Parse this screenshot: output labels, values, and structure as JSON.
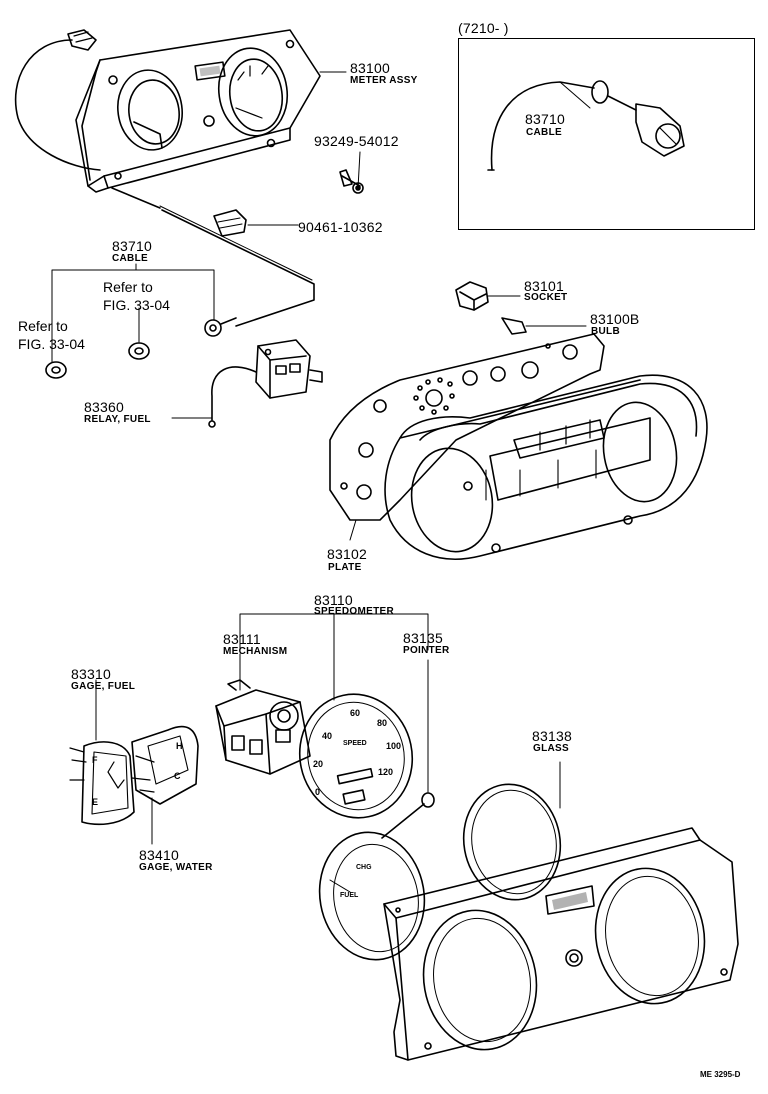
{
  "parts": {
    "meter_assy": {
      "number": "83100",
      "name": "METER ASSY"
    },
    "screw": {
      "number": "93249-54012"
    },
    "clip": {
      "number": "90461-10362"
    },
    "cable_main": {
      "number": "83710",
      "name": "CABLE"
    },
    "refer_a": {
      "line1": "Refer to",
      "line2": "FIG. 33-04"
    },
    "refer_b": {
      "line1": "Refer to",
      "line2": "FIG. 33-04"
    },
    "relay": {
      "number": "83360",
      "name": "RELAY, FUEL"
    },
    "inset": {
      "title": "(7210-          )",
      "number": "83710",
      "name": "CABLE"
    },
    "socket": {
      "number": "83101",
      "name": "SOCKET"
    },
    "bulb": {
      "number": "83100B",
      "name": "BULB"
    },
    "plate": {
      "number": "83102",
      "name": "PLATE"
    },
    "speedometer": {
      "number": "83110",
      "name": "SPEEDOMETER"
    },
    "mechanism": {
      "number": "83111",
      "name": "MECHANISM"
    },
    "pointer": {
      "number": "83135",
      "name": "POINTER"
    },
    "gage_fuel": {
      "number": "83310",
      "name": "GAGE, FUEL"
    },
    "gage_water": {
      "number": "83410",
      "name": "GAGE, WATER"
    },
    "glass": {
      "number": "83138",
      "name": "GLASS"
    }
  },
  "dial_marks": {
    "speedo": [
      "0",
      "20",
      "40",
      "60",
      "80",
      "100",
      "120"
    ],
    "speedo_center": "SPEED",
    "fuel": [
      "F",
      "E"
    ],
    "water": [
      "H",
      "C"
    ],
    "panel_markings": [
      "CHG",
      "FUEL"
    ]
  },
  "figure_code": "ME 3295-D"
}
